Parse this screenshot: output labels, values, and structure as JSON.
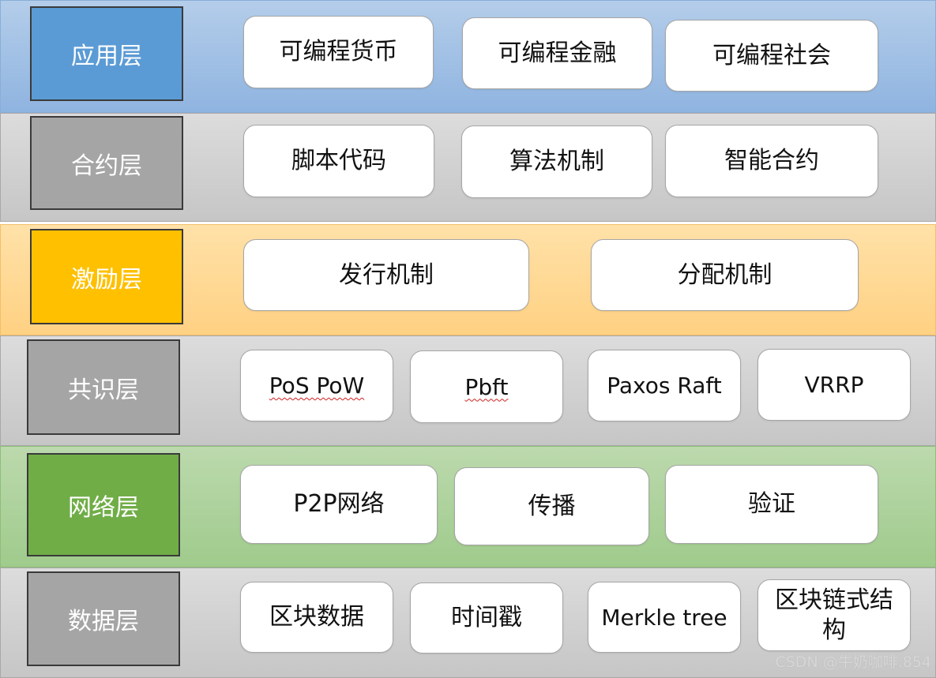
{
  "layers": [
    {
      "label": "应用层",
      "color": "#5b9bd5",
      "items": [
        "可编程货币",
        "可编程金融",
        "可编程社会"
      ]
    },
    {
      "label": "合约层",
      "color": "#a5a5a5",
      "items": [
        "脚本代码",
        "算法机制",
        "智能合约"
      ]
    },
    {
      "label": "激励层",
      "color": "#ffc000",
      "items": [
        "发行机制",
        "分配机制"
      ]
    },
    {
      "label": "共识层",
      "color": "#a5a5a5",
      "items": [
        "PoS PoW",
        "Pbft",
        "Paxos Raft",
        "VRRP"
      ]
    },
    {
      "label": "网络层",
      "color": "#70ad47",
      "items": [
        "P2P网络",
        "传播",
        "验证"
      ]
    },
    {
      "label": "数据层",
      "color": "#a5a5a5",
      "items": [
        "区块数据",
        "时间戳",
        "Merkle tree",
        "区块链式结构"
      ]
    }
  ],
  "watermark": "CSDN @牛奶咖啡.854"
}
